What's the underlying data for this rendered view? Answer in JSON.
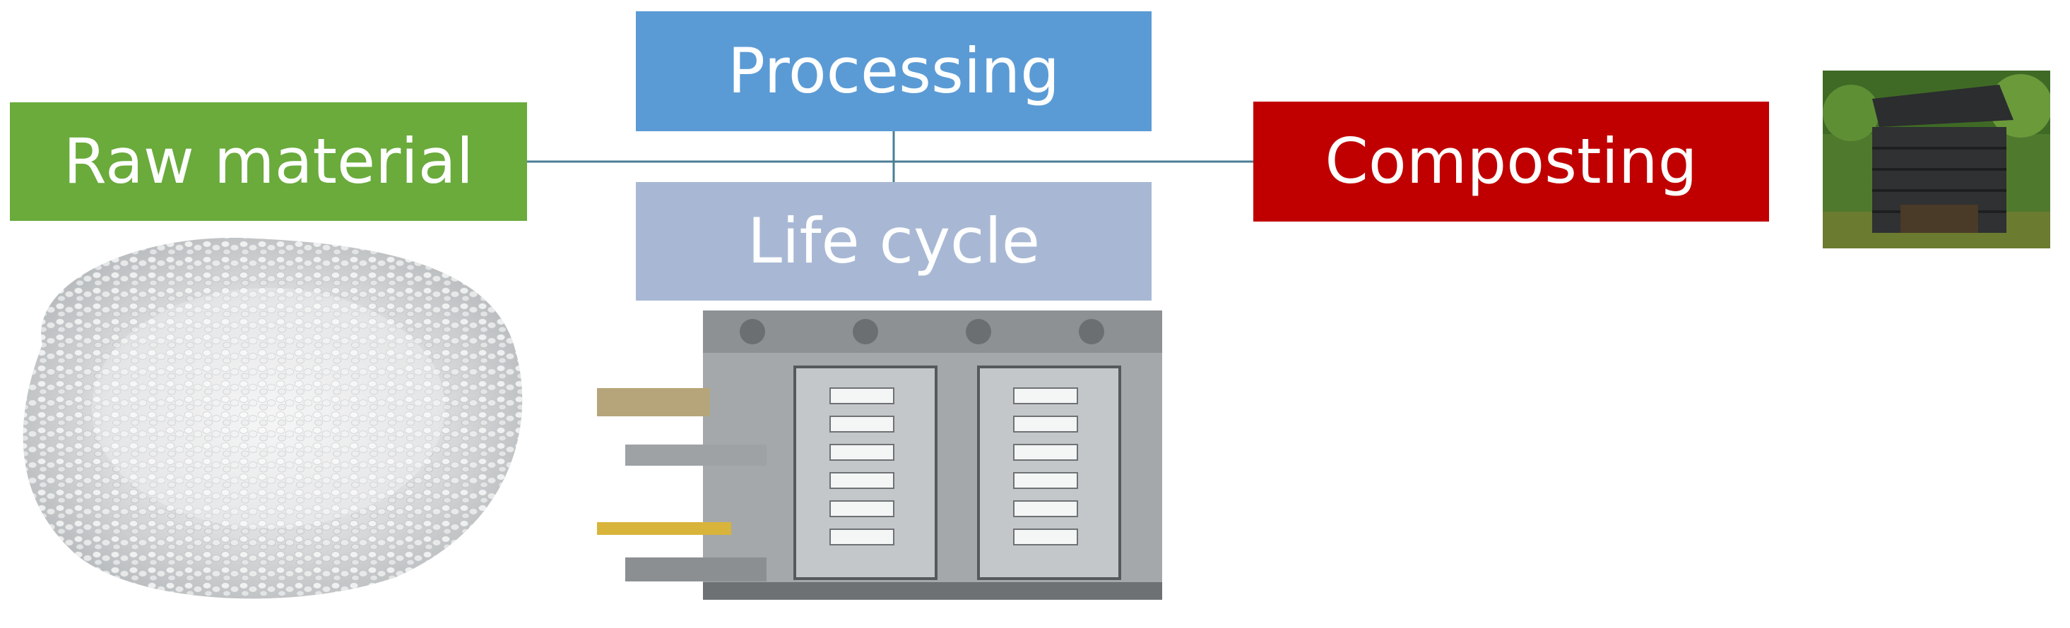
{
  "diagram": {
    "nodes": {
      "raw_material": {
        "label": "Raw material",
        "color": "#6aab3c"
      },
      "processing": {
        "label": "Processing",
        "color": "#5b9bd5"
      },
      "life_cycle": {
        "label": "Life cycle",
        "color": "#a8b8d4"
      },
      "composting": {
        "label": "Composting",
        "color": "#c00000"
      }
    },
    "connector_color": "#4a7e95",
    "images": {
      "raw_material_photo": "plastic-pellets-pile",
      "processing_photo": "injection-mold-with-forks",
      "composting_photo": "garden-compost-bin"
    }
  }
}
